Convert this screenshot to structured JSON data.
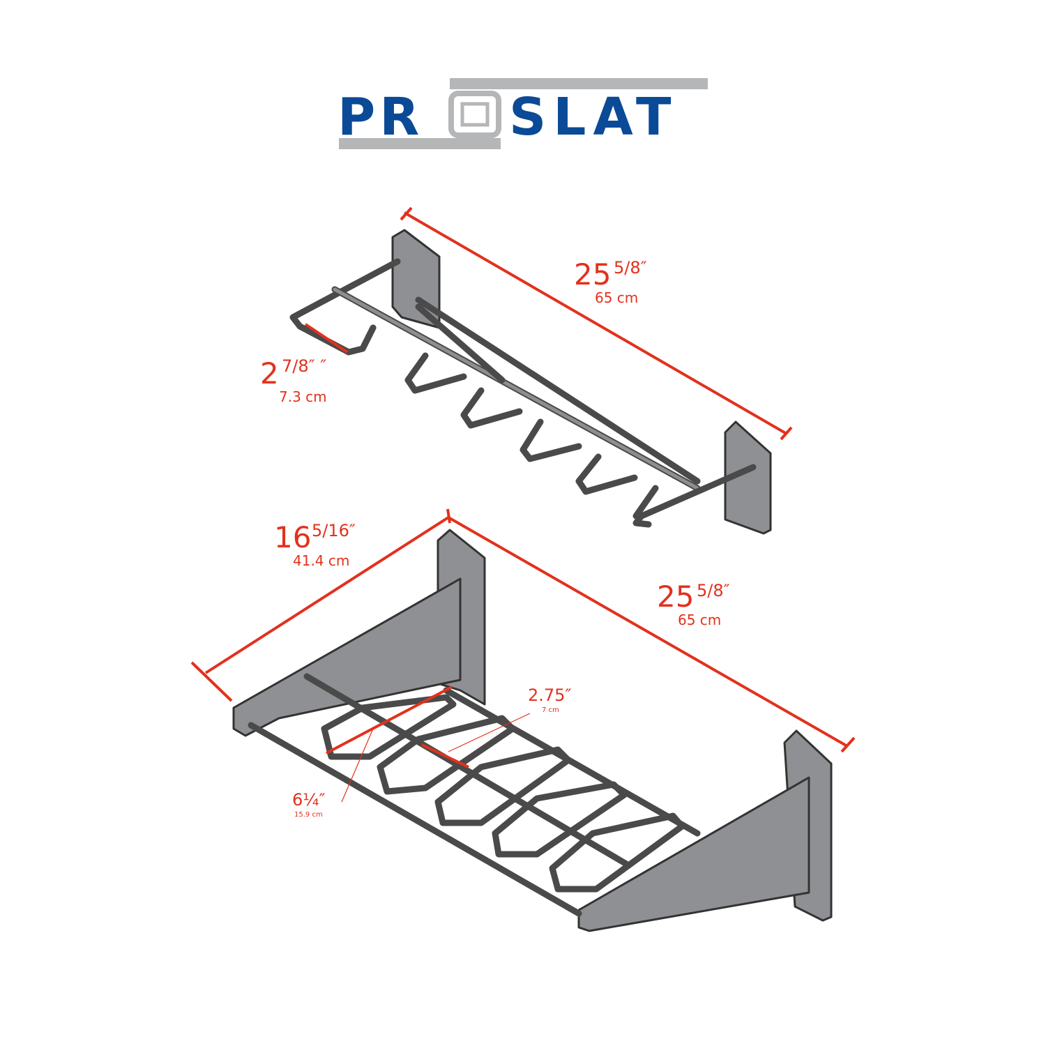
{
  "logo": {
    "text_left": "PR",
    "text_right": "SLAT",
    "brand_color": "#0a4a97",
    "accent_gray": "#b4b6b8"
  },
  "top_shelf": {
    "length": {
      "imperial_whole": "25",
      "imperial_fraction": "5/8″",
      "metric": "65 cm"
    },
    "spacing": {
      "imperial_whole": "2",
      "imperial_fraction": "7/8″ ″",
      "metric": "7.3 cm"
    }
  },
  "bottom_shelf": {
    "depth": {
      "imperial_whole": "16",
      "imperial_fraction": "5/16″",
      "metric": "41.4 cm"
    },
    "length": {
      "imperial_whole": "25",
      "imperial_fraction": "5/8″",
      "metric": "65 cm"
    },
    "gap": {
      "imperial": "2.75″",
      "metric": "7 cm"
    },
    "slot": {
      "imperial": "6¼″",
      "metric": "15.9 cm"
    }
  },
  "colors": {
    "dimension": "#e2311d",
    "product": "#8f9093"
  }
}
